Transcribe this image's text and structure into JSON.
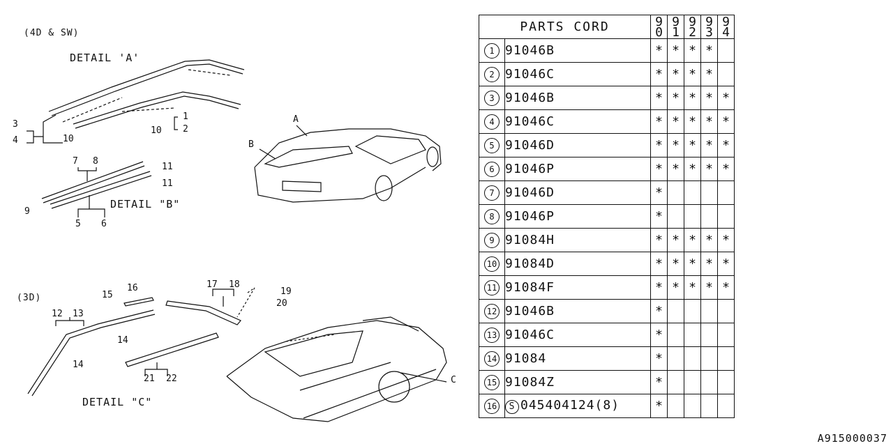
{
  "diagram": {
    "variant_top": "(4D & SW)",
    "variant_bottom": "(3D)",
    "detail_a": "DETAIL 'A'",
    "detail_b": "DETAIL \"B\"",
    "detail_c": "DETAIL \"C\"",
    "callouts": [
      "1",
      "2",
      "3",
      "4",
      "5",
      "6",
      "7",
      "8",
      "9",
      "10",
      "10",
      "11",
      "11",
      "12",
      "13",
      "14",
      "14",
      "15",
      "16",
      "17",
      "18",
      "19",
      "20",
      "21",
      "22",
      "A",
      "B",
      "C"
    ]
  },
  "table": {
    "header": "PARTS CORD",
    "years": [
      [
        "9",
        "0"
      ],
      [
        "9",
        "1"
      ],
      [
        "9",
        "2"
      ],
      [
        "9",
        "3"
      ],
      [
        "9",
        "4"
      ]
    ],
    "rows": [
      {
        "idx": "1",
        "code": "91046B",
        "marks": [
          "*",
          "*",
          "*",
          "*",
          ""
        ]
      },
      {
        "idx": "2",
        "code": "91046C",
        "marks": [
          "*",
          "*",
          "*",
          "*",
          ""
        ]
      },
      {
        "idx": "3",
        "code": "91046B",
        "marks": [
          "*",
          "*",
          "*",
          "*",
          "*"
        ]
      },
      {
        "idx": "4",
        "code": "91046C",
        "marks": [
          "*",
          "*",
          "*",
          "*",
          "*"
        ]
      },
      {
        "idx": "5",
        "code": "91046D",
        "marks": [
          "*",
          "*",
          "*",
          "*",
          "*"
        ]
      },
      {
        "idx": "6",
        "code": "91046P",
        "marks": [
          "*",
          "*",
          "*",
          "*",
          "*"
        ]
      },
      {
        "idx": "7",
        "code": "91046D",
        "marks": [
          "*",
          "",
          "",
          "",
          ""
        ]
      },
      {
        "idx": "8",
        "code": "91046P",
        "marks": [
          "*",
          "",
          "",
          "",
          ""
        ]
      },
      {
        "idx": "9",
        "code": "91084H",
        "marks": [
          "*",
          "*",
          "*",
          "*",
          "*"
        ]
      },
      {
        "idx": "10",
        "code": "91084D",
        "marks": [
          "*",
          "*",
          "*",
          "*",
          "*"
        ]
      },
      {
        "idx": "11",
        "code": "91084F",
        "marks": [
          "*",
          "*",
          "*",
          "*",
          "*"
        ]
      },
      {
        "idx": "12",
        "code": "91046B",
        "marks": [
          "*",
          "",
          "",
          "",
          ""
        ]
      },
      {
        "idx": "13",
        "code": "91046C",
        "marks": [
          "*",
          "",
          "",
          "",
          ""
        ]
      },
      {
        "idx": "14",
        "code": "91084",
        "marks": [
          "*",
          "",
          "",
          "",
          ""
        ]
      },
      {
        "idx": "15",
        "code": "91084Z",
        "marks": [
          "*",
          "",
          "",
          "",
          ""
        ]
      },
      {
        "idx": "16",
        "code": "045404124(8)",
        "prefix": "S",
        "marks": [
          "*",
          "",
          "",
          "",
          ""
        ]
      }
    ]
  },
  "reference": "A915000037"
}
